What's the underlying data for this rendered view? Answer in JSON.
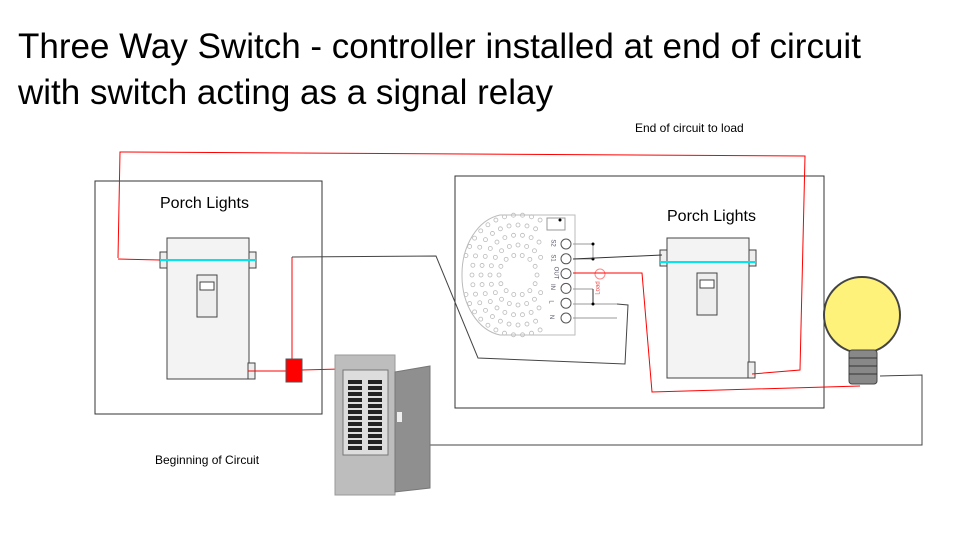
{
  "title": "Three Way Switch - controller installed at end of circuit with switch acting as a signal relay",
  "labels": {
    "end_of_circuit": "End of circuit to load",
    "left_box": "Porch Lights",
    "right_box": "Porch Lights",
    "beginning": "Beginning of Circuit"
  },
  "module": {
    "terminals": [
      "S2",
      "S1",
      "OUT",
      "IN",
      "L",
      "N"
    ],
    "load_label": "Load"
  },
  "colors": {
    "hot_wire": "#ff0000",
    "neutral_wire": "#444444",
    "switch_indicator": "#00e5ee",
    "bulb": "#fff27a"
  }
}
